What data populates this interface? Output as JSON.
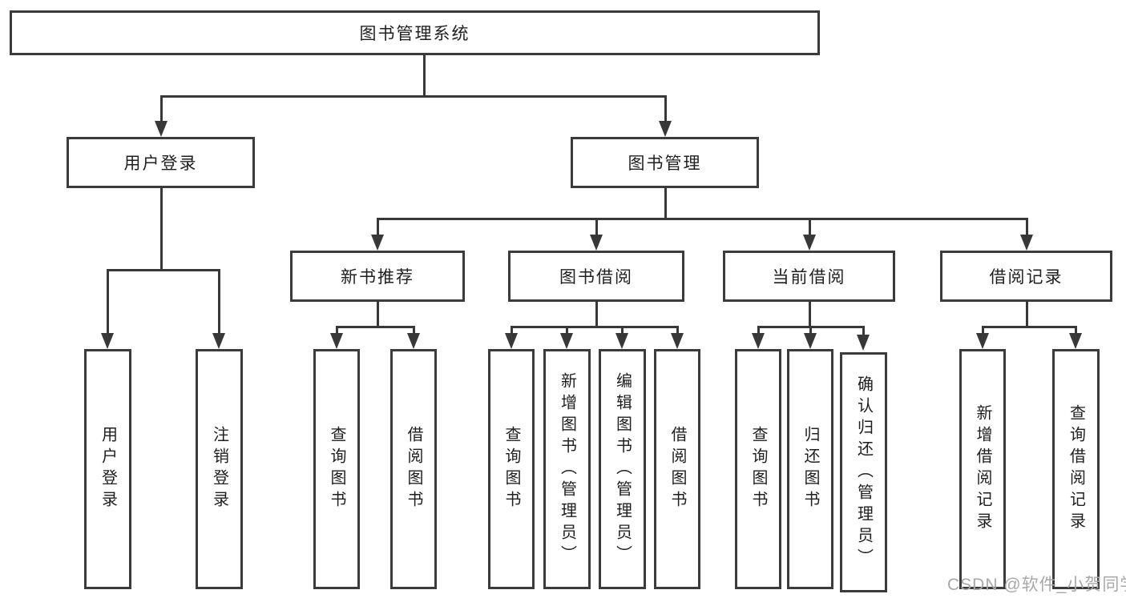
{
  "title": "图书管理系统",
  "watermark": "CSDN @软件_小贺同学",
  "colors": {
    "background": "#ffffff",
    "box_border": "#3b3b3b",
    "connector_line": "#383838",
    "text": "#1f1f1f",
    "watermark_text": "#a8a8a8"
  },
  "tree": {
    "root": {
      "label": "图书管理系统"
    },
    "branches": [
      {
        "label": "用户登录",
        "children": [
          {
            "label": "用户登录"
          },
          {
            "label": "注销登录"
          }
        ]
      },
      {
        "label": "图书管理",
        "children": [
          {
            "label": "新书推荐",
            "children": [
              {
                "label": "查询图书"
              },
              {
                "label": "借阅图书"
              }
            ]
          },
          {
            "label": "图书借阅",
            "children": [
              {
                "label": "查询图书"
              },
              {
                "label": "新增图书（管理员）"
              },
              {
                "label": "编辑图书（管理员）"
              },
              {
                "label": "借阅图书"
              }
            ]
          },
          {
            "label": "当前借阅",
            "children": [
              {
                "label": "查询图书"
              },
              {
                "label": "归还图书"
              },
              {
                "label": "确认归还（管理员）"
              }
            ]
          },
          {
            "label": "借阅记录",
            "children": [
              {
                "label": "新增借阅记录"
              },
              {
                "label": "查询借阅记录"
              }
            ]
          }
        ]
      }
    ]
  }
}
